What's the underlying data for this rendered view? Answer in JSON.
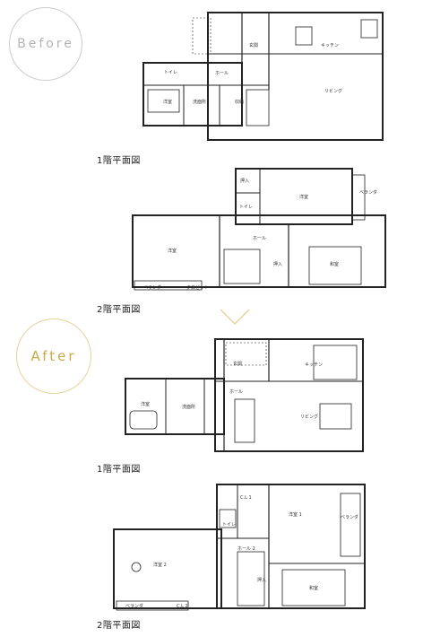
{
  "badges": {
    "before": "Before",
    "after": "After"
  },
  "captions": {
    "before_floor1": "1階平面図",
    "before_floor2": "2階平面図",
    "after_floor1": "1階平面図",
    "after_floor2": "2階平面図"
  },
  "before_floor1_rooms": {
    "genkan": "玄関",
    "kitchen": "キッチン",
    "toilet": "トイレ",
    "hall": "ホール",
    "yoshitsu": "洋室",
    "senmenjo": "洗面所",
    "shuno": "収納",
    "living": "リビング"
  },
  "before_floor2_rooms": {
    "oshiire": "押入",
    "toilet": "トイレ",
    "yoshitsu_top": "洋室",
    "veranda_right": "ベランダ",
    "yoshitsu_left": "洋室",
    "hall": "ホール",
    "oshiire_mid": "押入",
    "washitsu": "和室",
    "veranda_bottom": "ベランダ",
    "closet": "クロゼット"
  },
  "after_floor1_rooms": {
    "genkan": "玄関",
    "kitchen": "キッチン",
    "yoshitsu": "洋室",
    "senmenjo": "洗面所",
    "hall": "ホール",
    "living": "リビング"
  },
  "after_floor2_rooms": {
    "cl1": "C.L 1",
    "yoshitsu1": "洋室 1",
    "veranda_right": "ベランダ",
    "toilet": "トイレ",
    "hall2": "ホール 2",
    "yoshitsu2": "洋室 2",
    "oshiire": "押入",
    "washitsu": "和室",
    "veranda_bottom": "ベランダ",
    "cl2": "C.L 2"
  }
}
